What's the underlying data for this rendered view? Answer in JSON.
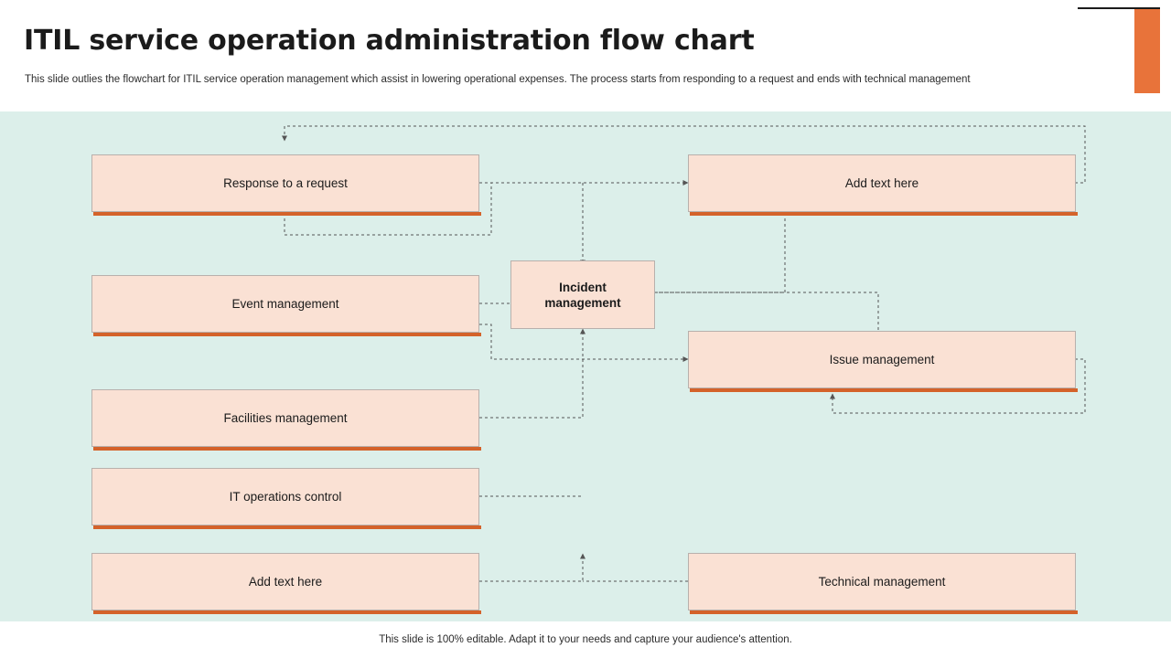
{
  "header": {
    "title": "ITIL service operation administration flow chart",
    "subtitle": "This slide outlies the flowchart for ITIL  service operation management which assist in lowering operational expenses. The process starts from responding to a request and ends with technical management"
  },
  "footer": {
    "text": "This slide is 100% editable. Adapt it to your needs and capture your audience's attention."
  },
  "colors": {
    "canvas_background": "#dcefea",
    "node_fill": "#fae1d4",
    "node_border": "#b8b0ac",
    "node_shadow": "#d4622a",
    "accent": "#e8733a",
    "connector": "#555555"
  },
  "diagram": {
    "nodes": [
      {
        "id": "response",
        "label": "Response to a request",
        "bold": false
      },
      {
        "id": "add_text_top",
        "label": "Add text here",
        "bold": false
      },
      {
        "id": "event",
        "label": "Event management",
        "bold": false
      },
      {
        "id": "incident",
        "label": "Incident management",
        "bold": true
      },
      {
        "id": "issue",
        "label": "Issue management",
        "bold": false
      },
      {
        "id": "facilities",
        "label": "Facilities management",
        "bold": false
      },
      {
        "id": "it_ops",
        "label": "IT operations control",
        "bold": false
      },
      {
        "id": "add_text_bottom",
        "label": "Add text here",
        "bold": false
      },
      {
        "id": "technical",
        "label": "Technical management",
        "bold": false
      }
    ]
  }
}
